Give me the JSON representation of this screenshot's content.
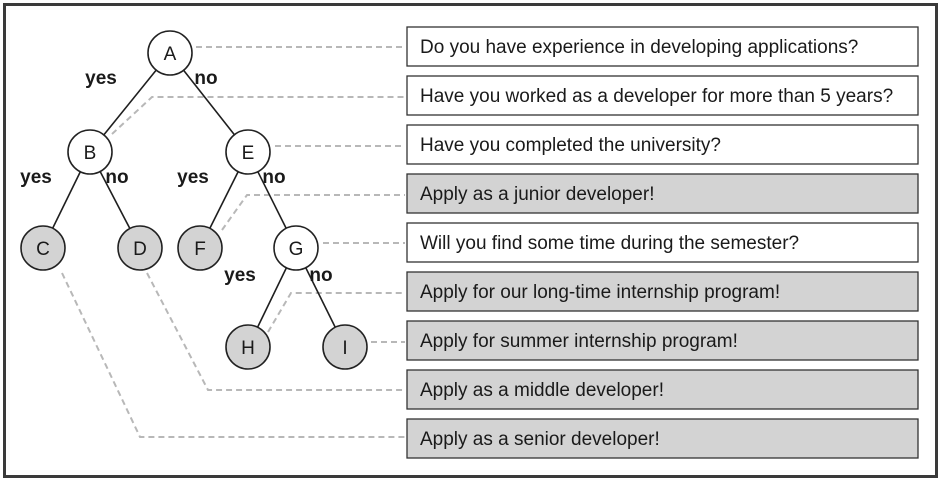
{
  "colors": {
    "frame": "#3a3a3a",
    "edge": "#1f1f1f",
    "connector": "#b8b8b8",
    "question_fill": "#ffffff",
    "answer_fill": "#d3d3d3",
    "box_stroke": "#333333",
    "node_stroke": "#222222"
  },
  "nodes": [
    {
      "id": "A",
      "label": "A",
      "kind": "question"
    },
    {
      "id": "B",
      "label": "B",
      "kind": "question"
    },
    {
      "id": "E",
      "label": "E",
      "kind": "question"
    },
    {
      "id": "C",
      "label": "C",
      "kind": "answer"
    },
    {
      "id": "D",
      "label": "D",
      "kind": "answer"
    },
    {
      "id": "F",
      "label": "F",
      "kind": "answer"
    },
    {
      "id": "G",
      "label": "G",
      "kind": "question"
    },
    {
      "id": "H",
      "label": "H",
      "kind": "answer"
    },
    {
      "id": "I",
      "label": "I",
      "kind": "answer"
    }
  ],
  "edges": [
    {
      "from": "A",
      "to": "B",
      "label": "yes"
    },
    {
      "from": "A",
      "to": "E",
      "label": "no"
    },
    {
      "from": "B",
      "to": "C",
      "label": "yes"
    },
    {
      "from": "B",
      "to": "D",
      "label": "no"
    },
    {
      "from": "E",
      "to": "F",
      "label": "yes"
    },
    {
      "from": "E",
      "to": "G",
      "label": "no"
    },
    {
      "from": "G",
      "to": "H",
      "label": "yes"
    },
    {
      "from": "G",
      "to": "I",
      "label": "no"
    }
  ],
  "boxes": [
    {
      "node": "A",
      "text": "Do you have experience in developing applications?",
      "kind": "question"
    },
    {
      "node": "B",
      "text": "Have you worked as a developer for more than 5 years?",
      "kind": "question"
    },
    {
      "node": "E",
      "text": "Have you completed the university?",
      "kind": "question"
    },
    {
      "node": "F",
      "text": "Apply as a junior developer!",
      "kind": "answer"
    },
    {
      "node": "G",
      "text": "Will you find some time during the semester?",
      "kind": "question"
    },
    {
      "node": "H",
      "text": "Apply for our long-time internship program!",
      "kind": "answer"
    },
    {
      "node": "I",
      "text": "Apply for summer internship program!",
      "kind": "answer"
    },
    {
      "node": "D",
      "text": "Apply as a middle developer!",
      "kind": "answer"
    },
    {
      "node": "C",
      "text": "Apply as a senior developer!",
      "kind": "answer"
    }
  ]
}
